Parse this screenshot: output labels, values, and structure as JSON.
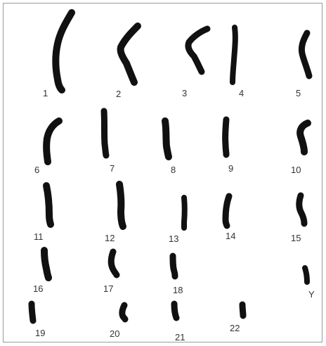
{
  "figure": {
    "border_color": "#9a9a9a",
    "chromosome_color": "#111111",
    "label_color": "#333333",
    "chromosomes": [
      {
        "label": "1"
      },
      {
        "label": "2"
      },
      {
        "label": "3"
      },
      {
        "label": "4"
      },
      {
        "label": "5"
      },
      {
        "label": "6"
      },
      {
        "label": "7"
      },
      {
        "label": "8"
      },
      {
        "label": "9"
      },
      {
        "label": "10"
      },
      {
        "label": "11"
      },
      {
        "label": "12"
      },
      {
        "label": "13"
      },
      {
        "label": "14"
      },
      {
        "label": "15"
      },
      {
        "label": "16"
      },
      {
        "label": "17"
      },
      {
        "label": "18"
      },
      {
        "label": "Y"
      },
      {
        "label": "19"
      },
      {
        "label": "20"
      },
      {
        "label": "21"
      },
      {
        "label": "22"
      }
    ]
  }
}
